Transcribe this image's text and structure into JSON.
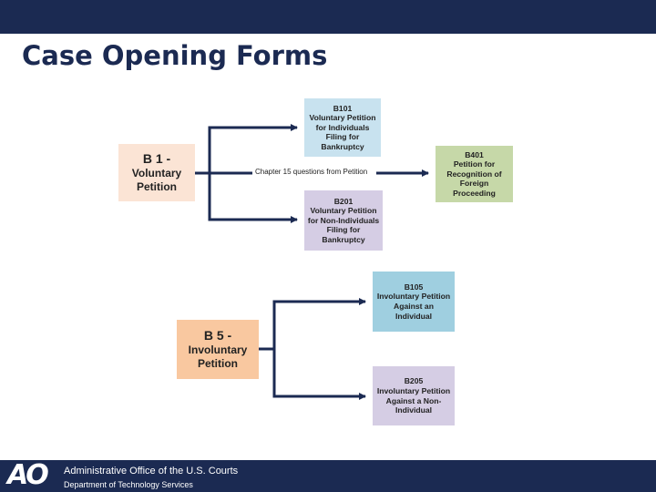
{
  "slide": {
    "title": "Case Opening Forms"
  },
  "diagram": {
    "nodes": {
      "b1": {
        "lines": [
          "B 1 -",
          "Voluntary",
          "Petition"
        ]
      },
      "b101": {
        "lines": [
          "B101",
          "Voluntary Petition",
          "for Individuals",
          "Filing for",
          "Bankruptcy"
        ]
      },
      "b201": {
        "lines": [
          "B201",
          "Voluntary Petition",
          "for Non-Individuals",
          "Filing for",
          "Bankruptcy"
        ]
      },
      "b401": {
        "lines": [
          "B401",
          "Petition for",
          "Recognition of",
          "Foreign",
          "Proceeding"
        ]
      },
      "b5": {
        "lines": [
          "B 5 -",
          "Involuntary",
          "Petition"
        ]
      },
      "b105": {
        "lines": [
          "B105",
          "Involuntary Petition",
          "Against an",
          "Individual"
        ]
      },
      "b205": {
        "lines": [
          "B205",
          "Involuntary Petition",
          "Against a Non-",
          "Individual"
        ]
      }
    },
    "edge_label": "Chapter 15 questions from Petition",
    "colors": {
      "connector": "#1b2a52",
      "b1": "#fbe4d5",
      "b101": "#c8e2ef",
      "b201": "#d5cde4",
      "b401": "#c6d8a8",
      "b5": "#f9c8a0",
      "b105": "#9fcfe0",
      "b205": "#d5cde4"
    }
  },
  "footer": {
    "logo": "AO",
    "org": "Administrative Office of the U.S. Courts",
    "department": "Department of Technology Services"
  },
  "theme": {
    "bar_color": "#1b2a52",
    "title_color": "#1b2a52"
  }
}
